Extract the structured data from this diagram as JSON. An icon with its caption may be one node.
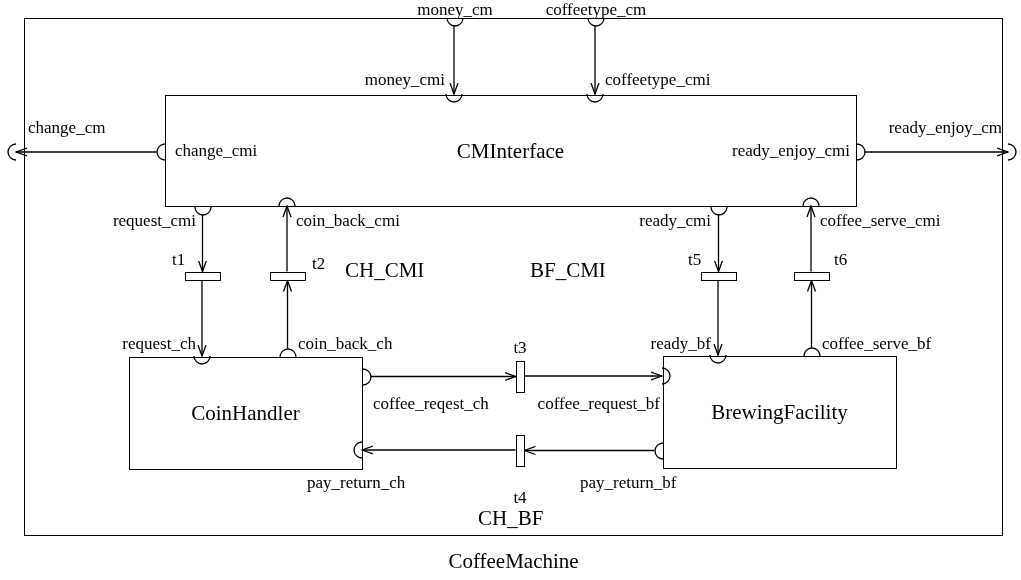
{
  "diagram": {
    "nodes": [
      {
        "text": [
          "CoffeeMachine"
        ]
      },
      {
        "text": [
          "CMInterface"
        ],
        "in": 0
      },
      {
        "text": [
          "CoinHandler"
        ],
        "in": 0
      },
      {
        "text": [
          "BrewingFacility"
        ],
        "in": 0
      },
      {
        "text": [],
        "shape": "semicircle",
        "beside": [
          "money_cm"
        ],
        "in": 0
      },
      {
        "text": [],
        "shape": "semicircle",
        "beside": [
          "coffeetype_cm"
        ],
        "in": 0
      },
      {
        "text": [],
        "shape": "semicircle",
        "beside": [
          "money_cmi"
        ],
        "in": 1
      },
      {
        "text": [],
        "shape": "semicircle",
        "beside": [
          "coffeetype_cmi"
        ],
        "in": 1
      },
      {
        "text": [],
        "shape": "semicircle",
        "beside": [
          "change_cm"
        ]
      },
      {
        "text": [],
        "shape": "semicircle",
        "beside": [
          "change_cmi"
        ],
        "in": 0
      },
      {
        "text": [],
        "shape": "semicircle",
        "beside": [
          "ready_enjoy_cmi"
        ],
        "in": 0
      },
      {
        "text": [],
        "shape": "semicircle",
        "beside": [
          "ready_enjoy_cm"
        ]
      },
      {
        "text": [],
        "shape": "semicircle",
        "beside": [
          "request_cmi"
        ],
        "in": 0
      },
      {
        "text": [],
        "shape": "semicircle",
        "beside": [
          "coin_back_cmi"
        ],
        "in": 1
      },
      {
        "text": [],
        "shape": "semicircle",
        "beside": [
          "ready_cmi"
        ],
        "in": 0
      },
      {
        "text": [],
        "shape": "semicircle",
        "beside": [
          "coffee_serve_cmi"
        ],
        "in": 1
      },
      {
        "text": [],
        "shape": "bar",
        "beside": [
          "t1"
        ],
        "in": 0
      },
      {
        "text": [],
        "shape": "bar",
        "beside": [
          "t2"
        ],
        "in": 0
      },
      {
        "text": [],
        "shape": "bar",
        "beside": [
          "t5"
        ],
        "in": 0
      },
      {
        "text": [],
        "shape": "bar",
        "beside": [
          "t6"
        ],
        "in": 0
      },
      {
        "text": [],
        "shape": "semicircle",
        "beside": [
          "request_ch"
        ],
        "in": 2
      },
      {
        "text": [],
        "shape": "semicircle",
        "beside": [
          "coin_back_ch"
        ],
        "in": 0
      },
      {
        "text": [],
        "shape": "bar",
        "beside": [
          "t3"
        ],
        "in": 0
      },
      {
        "text": [],
        "shape": "semicircle",
        "beside": [
          "ready_bf"
        ],
        "in": 3
      },
      {
        "text": [],
        "shape": "semicircle",
        "beside": [
          "coffee_serve_bf"
        ],
        "in": 0
      },
      {
        "text": [],
        "shape": "semicircle",
        "beside": [
          "coffee_reqest_ch"
        ],
        "in": 0
      },
      {
        "text": [],
        "shape": "semicircle",
        "beside": [
          "coffee_request_bf"
        ],
        "in": 3
      },
      {
        "text": [],
        "shape": "semicircle",
        "beside": [
          "pay_return_ch"
        ],
        "in": 2
      },
      {
        "text": [],
        "shape": "bar",
        "beside": [
          "t4"
        ],
        "in": 0
      },
      {
        "text": [],
        "shape": "semicircle",
        "beside": [
          "pay_return_bf"
        ],
        "in": 0
      }
    ],
    "edges": [
      {
        "from": 4,
        "to": 6,
        "arrow": "to"
      },
      {
        "from": 5,
        "to": 7,
        "arrow": "to"
      },
      {
        "from": 9,
        "to": 8,
        "arrow": "to"
      },
      {
        "from": 10,
        "to": 11,
        "arrow": "to"
      },
      {
        "from": 12,
        "to": 16,
        "arrow": "to"
      },
      {
        "from": 16,
        "to": 20,
        "arrow": "to"
      },
      {
        "from": 21,
        "to": 17,
        "arrow": "to"
      },
      {
        "from": 17,
        "to": 13,
        "arrow": "to"
      },
      {
        "from": 14,
        "to": 18,
        "arrow": "to"
      },
      {
        "from": 18,
        "to": 23,
        "arrow": "to"
      },
      {
        "from": 24,
        "to": 19,
        "arrow": "to"
      },
      {
        "from": 19,
        "to": 15,
        "arrow": "to"
      },
      {
        "from": 25,
        "to": 22,
        "arrow": "to"
      },
      {
        "from": 22,
        "to": 26,
        "arrow": "to"
      },
      {
        "from": 29,
        "to": 28,
        "arrow": "to"
      },
      {
        "from": 28,
        "to": 27,
        "arrow": "to"
      }
    ],
    "labels": [
      "CH_CMI",
      "BF_CMI",
      "CH_BF"
    ]
  }
}
